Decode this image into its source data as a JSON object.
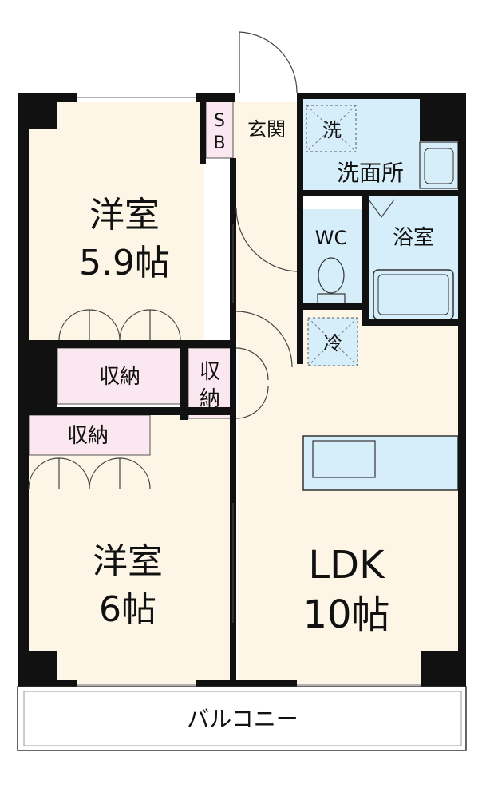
{
  "rooms": {
    "western_room_1": {
      "name": "洋室",
      "size": "5.9帖"
    },
    "western_room_2": {
      "name": "洋室",
      "size": "6帖"
    },
    "ldk": {
      "name": "LDK",
      "size": "10帖"
    },
    "entrance": {
      "name": "玄関"
    },
    "shoe_box": {
      "line1": "S",
      "line2": "B"
    },
    "washroom": {
      "name": "洗面所"
    },
    "washer_mark": {
      "name": "洗"
    },
    "toilet": {
      "name": "WC"
    },
    "bathroom": {
      "name": "浴室"
    },
    "fridge_mark": {
      "name": "冷"
    },
    "storage_1": {
      "name": "収納"
    },
    "storage_2": {
      "line1": "収",
      "line2": "納"
    },
    "storage_3": {
      "name": "収納"
    },
    "balcony": {
      "name": "バルコニー"
    }
  },
  "colors": {
    "floor": "#fdf6e6",
    "wet_area": "#d6eefa",
    "storage": "#fbe7ef",
    "wall": "#111111"
  }
}
